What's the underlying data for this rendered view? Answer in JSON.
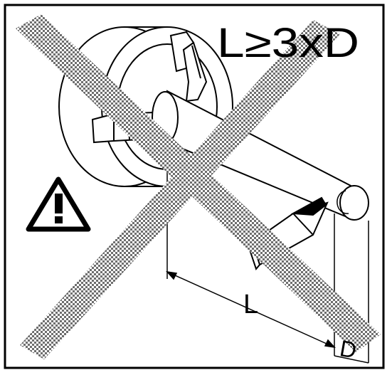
{
  "diagram": {
    "formula": "L≥3xD",
    "dimension_length": "L",
    "dimension_diameter": "D",
    "warning_icon": "warning-triangle-icon",
    "cross_mark": "x-mark",
    "colors": {
      "line": "#000000",
      "background": "#ffffff",
      "hatch": "#7a7a7a"
    }
  }
}
